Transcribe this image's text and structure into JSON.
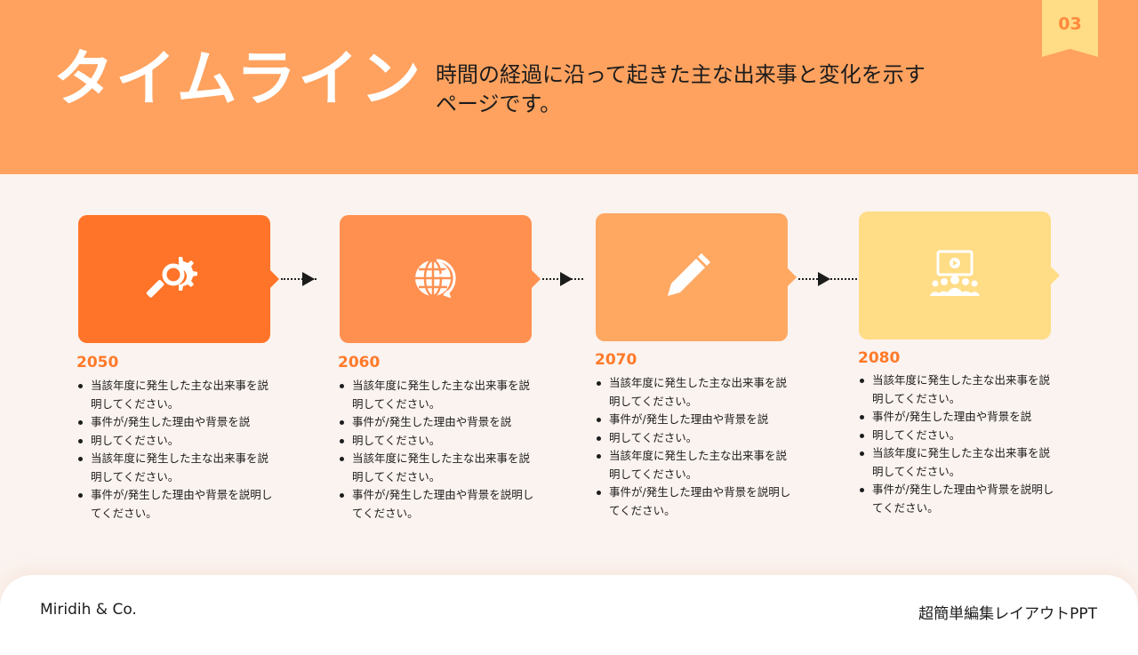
{
  "header": {
    "title": "タイムライン",
    "subtitle": "時間の経過に沿って起きた主な出来事と変化を示すページです。",
    "page_number": "03"
  },
  "timeline": [
    {
      "year": "2050",
      "color": "#ff7428",
      "icon": "gear-search-icon",
      "bullets": [
        "当該年度に発生した主な出来事を説明してください。",
        "事件が/発生した理由や背景を説",
        "明してください。",
        "当該年度に発生した主な出来事を説明してください。",
        "事件が/発生した理由や背景を説明してください。"
      ]
    },
    {
      "year": "2060",
      "color": "#ff9050",
      "icon": "globe-clock-icon",
      "bullets": [
        "当該年度に発生した主な出来事を説明してください。",
        "事件が/発生した理由や背景を説",
        "明してください。",
        "当該年度に発生した主な出来事を説明してください。",
        "事件が/発生した理由や背景を説明してください。"
      ]
    },
    {
      "year": "2070",
      "color": "#ffa862",
      "icon": "pencil-icon",
      "bullets": [
        "当該年度に発生した主な出来事を説明してください。",
        "事件が/発生した理由や背景を説",
        "明してください。",
        "当該年度に発生した主な出来事を説明してください。",
        "事件が/発生した理由や背景を説明してください。"
      ]
    },
    {
      "year": "2080",
      "color": "#ffdc86",
      "icon": "audience-video-icon",
      "bullets": [
        "当該年度に発生した主な出来事を説明してください。",
        "事件が/発生した理由や背景を説",
        "明してください。",
        "当該年度に発生した主な出来事を説明してください。",
        "事件が/発生した理由や背景を説明してください。"
      ]
    }
  ],
  "footer": {
    "company": "Miridih & Co.",
    "tagline": "超簡単編集レイアウトPPT"
  }
}
